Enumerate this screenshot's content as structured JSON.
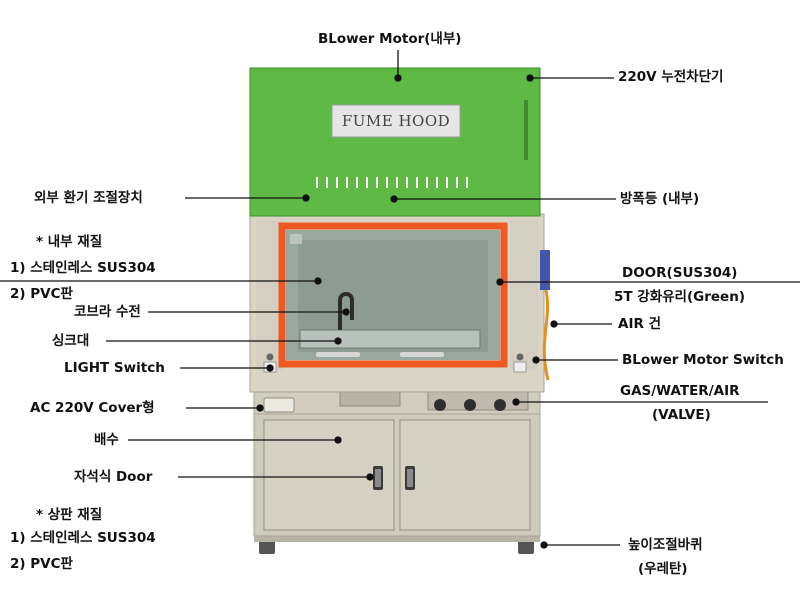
{
  "plate_text": "FUME HOOD",
  "labels": {
    "blower_motor": "BLower Motor(내부)",
    "leakage_breaker": "220V 누전차단기",
    "external_vent": "외부 환기 조절장치",
    "explosion_lamp": "방폭등 (내부)",
    "inner_material_title": "* 내부 재질",
    "inner_material_1": "1) 스테인레스 SUS304",
    "inner_material_2": "2) PVC판",
    "door_1": "DOOR(SUS304)",
    "door_2": "5T 강화유리(Green)",
    "cobra_faucet": "코브라 수전",
    "sink": "싱크대",
    "air_gun": "AIR 건",
    "light_switch": "LIGHT Switch",
    "blower_switch": "BLower Motor Switch",
    "ac_cover": "AC 220V Cover형",
    "valve_1": "GAS/WATER/AIR",
    "valve_2": "(VALVE)",
    "drain": "배수",
    "magnetic_door": "자석식 Door",
    "top_material_title": "* 상판 재질",
    "top_material_1": "1) 스테인레스 SUS304",
    "top_material_2": "2) PVC판",
    "casters_1": "높이조절바퀴",
    "casters_2": "(우레탄)"
  },
  "colors": {
    "hood_green": "#5fba45",
    "frame_orange": "#ef5a24",
    "body_beige": "#d9d4c5",
    "cabinet_beige": "#cfcabb",
    "glass": "#9aa9a0"
  }
}
